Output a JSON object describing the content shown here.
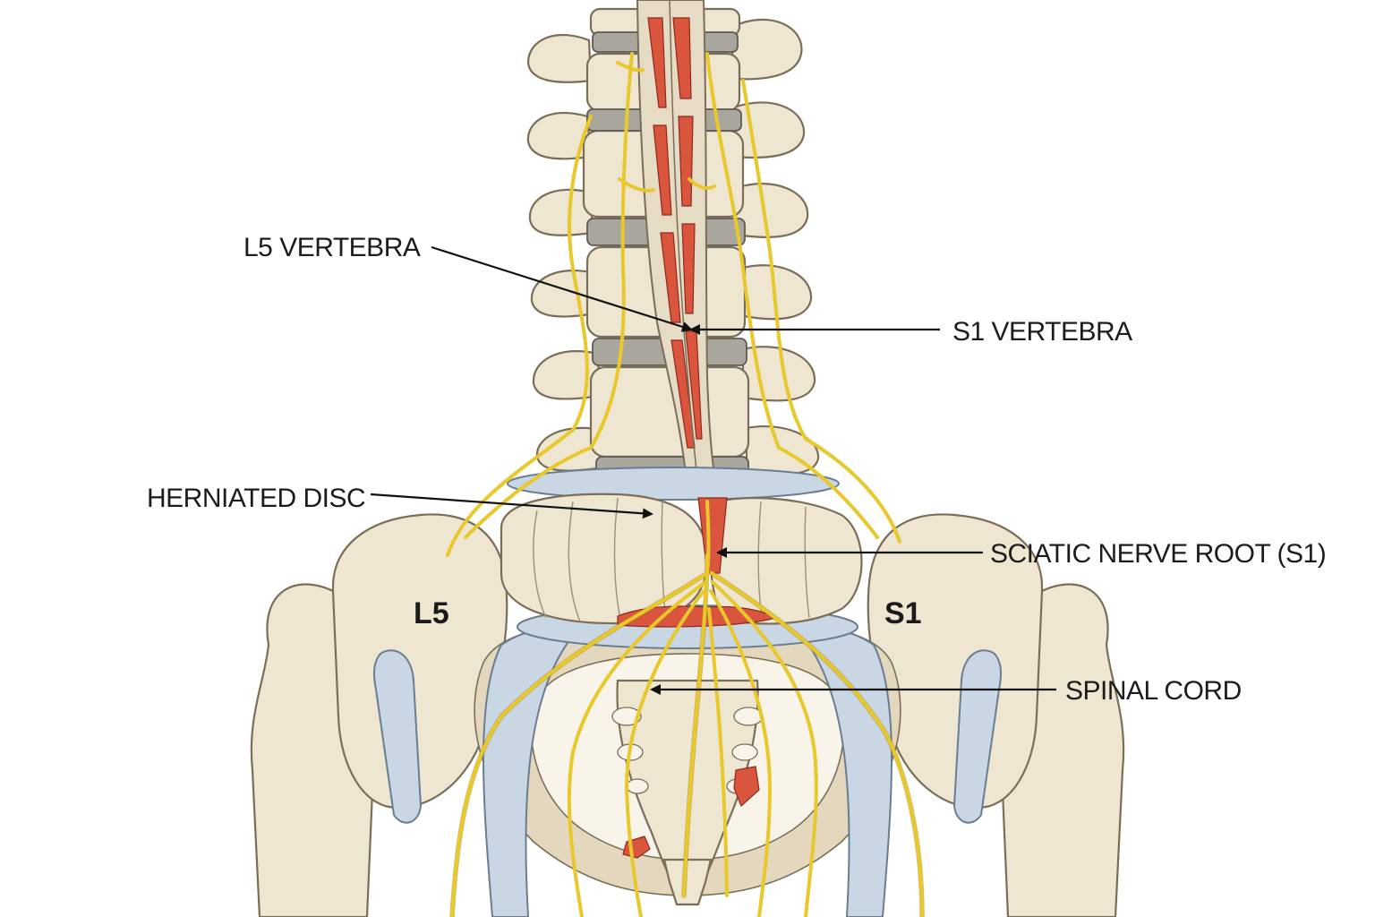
{
  "labels": {
    "l5_vertebra": "L5 VERTEBRA",
    "s1_vertebra": "S1 VERTEBRA",
    "herniated_disc": "HERNIATED DISC",
    "sciatic_nerve_root": "SCIATIC NERVE ROOT (S1)",
    "spinal_cord": "SPINAL CORD",
    "side_l5": "L5",
    "side_s1": "S1"
  },
  "colors": {
    "bone": "#efe6d1",
    "nerve": "#e8c82a",
    "spinal_cord_red": "#d9553d",
    "disc_grey": "#a9a69e",
    "cartilage_blue": "#c9d6e4"
  }
}
